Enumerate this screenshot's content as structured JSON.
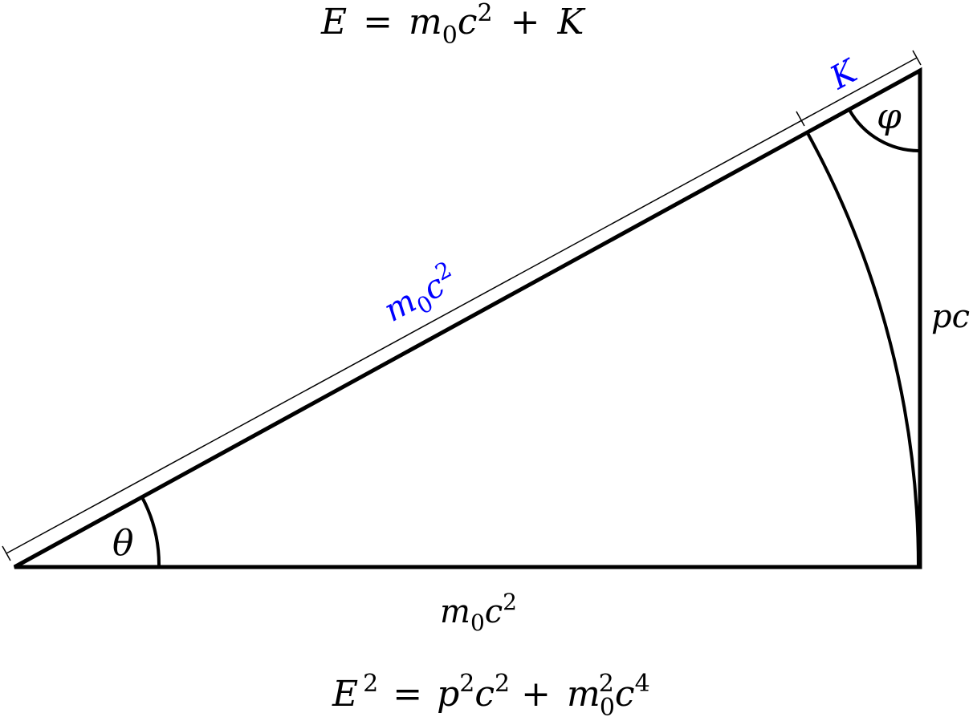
{
  "diagram": {
    "title_equation": {
      "lhs": "E",
      "eq": "=",
      "m": "m",
      "sub0": "0",
      "c": "c",
      "sup2": "2",
      "plus": "+",
      "K": "K"
    },
    "bottom_equation": {
      "E": "E",
      "sup_E": "2",
      "eq": "=",
      "p": "p",
      "sup_p": "2",
      "c1": "c",
      "sup_c1": "2",
      "plus": "+",
      "m": "m",
      "sup_m": "2",
      "sub_m": "0",
      "c2": "c",
      "sup_c2": "4"
    },
    "labels": {
      "hypotenuse_rest": {
        "m": "m",
        "sub": "0",
        "c": "c",
        "sup": "2"
      },
      "hypotenuse_kinetic": "K",
      "base": {
        "m": "m",
        "sub": "0",
        "c": "c",
        "sup": "2"
      },
      "vertical": "pc",
      "angle_theta": "θ",
      "angle_phi": "φ"
    },
    "colors": {
      "stroke": "#000000",
      "highlight": "#0000ff",
      "background": "#ffffff"
    }
  }
}
